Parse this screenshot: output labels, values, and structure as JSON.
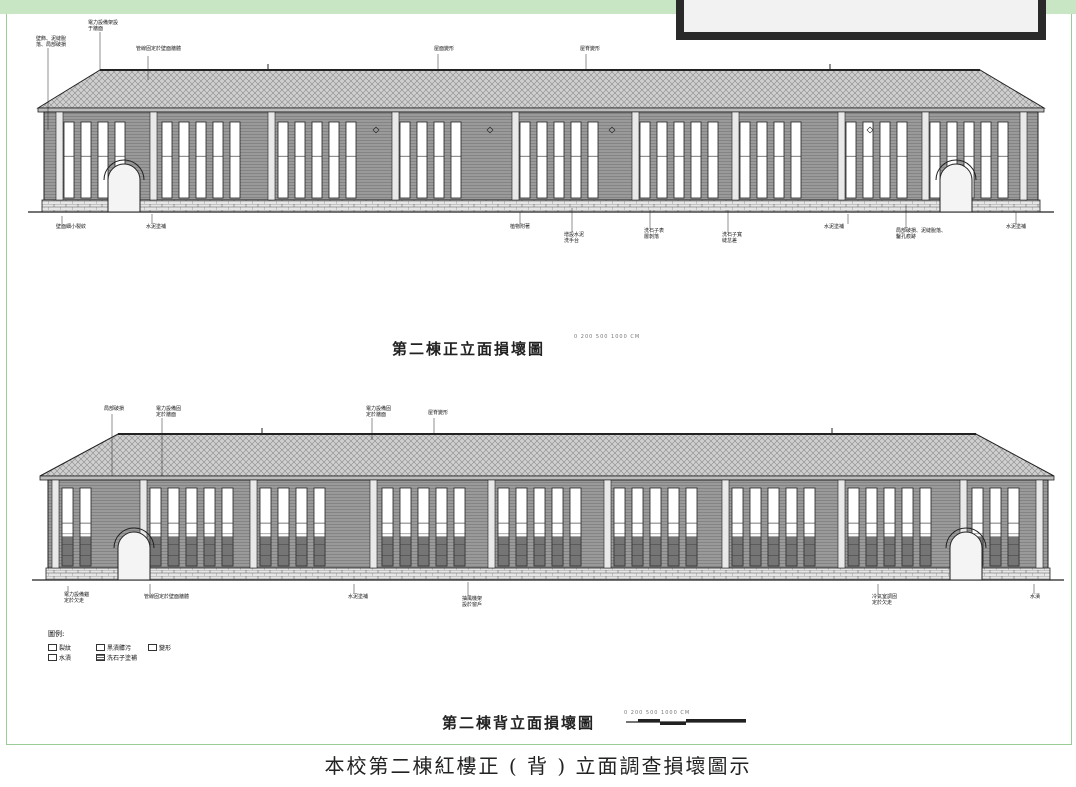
{
  "front": {
    "title": "第二棟正立面損壞圖",
    "scale": "0   200 500        1000 CM",
    "annotations": [
      {
        "id": "f1",
        "text": "電力設備架設\n于牆面"
      },
      {
        "id": "f2",
        "text": "壁飾、泥縫脫\n落、局部破損"
      },
      {
        "id": "f3",
        "text": "管線固定於壁面牆體"
      },
      {
        "id": "f4",
        "text": "屋面變形"
      },
      {
        "id": "f5",
        "text": "屋脊變形"
      },
      {
        "id": "f6",
        "text": "壁面細小裂紋"
      },
      {
        "id": "f7",
        "text": "水泥塗補"
      },
      {
        "id": "f8",
        "text": "植物附著"
      },
      {
        "id": "f9",
        "text": "增設水泥\n洗手台"
      },
      {
        "id": "f10",
        "text": "洗石子表\n層剝落"
      },
      {
        "id": "f11",
        "text": "洗石子寬\n縫怠差"
      },
      {
        "id": "f12",
        "text": "水泥塗補"
      },
      {
        "id": "f13",
        "text": "局部破損、泥縫脫落、\n鑿孔痕跡"
      },
      {
        "id": "f14",
        "text": "水泥塗補"
      }
    ]
  },
  "rear": {
    "title": "第二棟背立面損壞圖",
    "scale": "0   200 500        1000 CM",
    "annotations": [
      {
        "id": "r1",
        "text": "局部破損"
      },
      {
        "id": "r2",
        "text": "電力設備固\n定於牆面"
      },
      {
        "id": "r3",
        "text": "電力設備固\n定於牆面"
      },
      {
        "id": "r4",
        "text": "屋脊變形"
      },
      {
        "id": "r5",
        "text": "電力設備錨\n定於欠走"
      },
      {
        "id": "r6",
        "text": "管線固定於壁面牆體"
      },
      {
        "id": "r7",
        "text": "水泥塗補"
      },
      {
        "id": "r8",
        "text": "抽風機架\n設於窗戶"
      },
      {
        "id": "r9",
        "text": "冷氣室調固\n定於欠走"
      },
      {
        "id": "r10",
        "text": "水漬"
      }
    ]
  },
  "legend": {
    "title": "圖例:",
    "items": [
      {
        "label": "裂紋",
        "swatch": "plain"
      },
      {
        "label": "黑漬髒污",
        "swatch": "plain"
      },
      {
        "label": "變形",
        "swatch": "plain"
      },
      {
        "label": "水漬",
        "swatch": "plain"
      },
      {
        "label": "洗石子塗補",
        "swatch": "hatch"
      }
    ]
  },
  "caption": "本校第二棟紅樓正 ( 背 ) 立面調查損壞圖示",
  "colors": {
    "roof": "#cfcfcf",
    "wall": "#9a9a9a",
    "window": "#ffffff",
    "line": "#222222",
    "frame": "#9ccb9a",
    "topbar": "#c8e6c4"
  }
}
